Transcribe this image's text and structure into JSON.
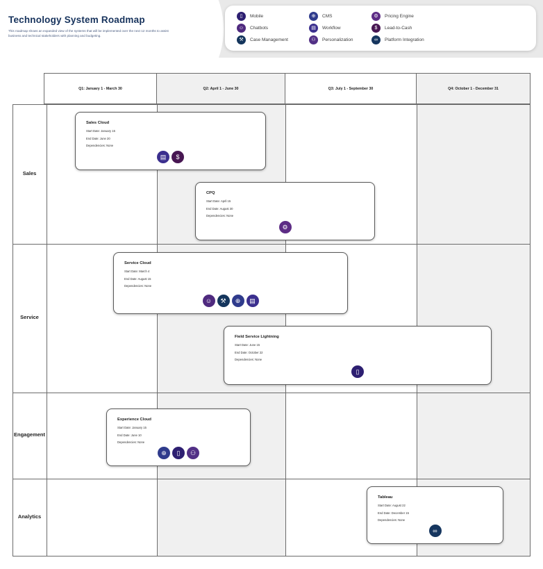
{
  "page": {
    "title": "Technology System Roadmap",
    "subtitle": "This roadmap shows an expanded view of the systems that will be implemented over the next 12 months to assist business and technical stakeholders with planning and budgeting."
  },
  "colors": {
    "title_blue": "#16325c",
    "column_shade": "#f0f0f0",
    "grid_line": "#6b6b6b"
  },
  "legend": {
    "items": [
      {
        "key": "mobile",
        "label": "Mobile",
        "glyph": "▯",
        "color": "#2d1f71"
      },
      {
        "key": "chatbots",
        "label": "Chatbots",
        "glyph": "☺",
        "color": "#4f2a7f"
      },
      {
        "key": "case_management",
        "label": "Case Management",
        "glyph": "⚒",
        "color": "#14355c"
      },
      {
        "key": "cms",
        "label": "CMS",
        "glyph": "⊕",
        "color": "#2f3b8c"
      },
      {
        "key": "workflow",
        "label": "Workflow",
        "glyph": "▤",
        "color": "#3b2f8e"
      },
      {
        "key": "personalization",
        "label": "Personalization",
        "glyph": "⚇",
        "color": "#523086"
      },
      {
        "key": "pricing_engine",
        "label": "Pricing Engine",
        "glyph": "⚙",
        "color": "#5d2c85"
      },
      {
        "key": "lead_to_cash",
        "label": "Lead-to-Cash",
        "glyph": "$",
        "color": "#471652"
      },
      {
        "key": "platform_integration",
        "label": "Platform Integration",
        "glyph": "∞",
        "color": "#16365f"
      }
    ]
  },
  "quarters": [
    {
      "label": "Q1: January 1  - March 30"
    },
    {
      "label": "Q2: April 1 - June 30"
    },
    {
      "label": "Q3: July 1 - September 30"
    },
    {
      "label": "Q4: October 1 - December 31"
    }
  ],
  "rows": [
    {
      "label": "Sales"
    },
    {
      "label": "Service"
    },
    {
      "label": "Engagement"
    },
    {
      "label": "Analytics"
    }
  ],
  "card_field_labels": {
    "start": "Start Date:",
    "end": "End Date:",
    "deps": "Dependencies:"
  },
  "cards": [
    {
      "title": "Sales Cloud",
      "start_date": "January 15",
      "end_date": "June 20",
      "dependencies": "None",
      "icons": [
        "workflow",
        "lead_to_cash"
      ]
    },
    {
      "title": "CPQ",
      "start_date": "April 15",
      "end_date": "August 30",
      "dependencies": "None",
      "icons": [
        "pricing_engine"
      ]
    },
    {
      "title": "Service Cloud",
      "start_date": "March 4",
      "end_date": "August 15",
      "dependencies": "None",
      "icons": [
        "chatbots",
        "case_management",
        "cms",
        "workflow"
      ]
    },
    {
      "title": "Field Service Lightning",
      "start_date": "June 15",
      "end_date": "October 22",
      "dependencies": "None",
      "icons": [
        "mobile"
      ]
    },
    {
      "title": "Experience Cloud",
      "start_date": "January 15",
      "end_date": "June 10",
      "dependencies": "None",
      "icons": [
        "cms",
        "mobile",
        "personalization"
      ]
    },
    {
      "title": "Tableau",
      "start_date": "August 22",
      "end_date": "December 15",
      "dependencies": "None",
      "icons": [
        "platform_integration"
      ]
    }
  ]
}
